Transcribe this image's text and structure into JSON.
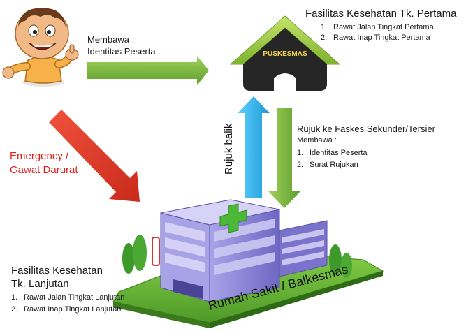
{
  "colors": {
    "arrow_green": "#7cb342",
    "arrow_red": "#e53a2b",
    "arrow_blue": "#36b3ea",
    "house_roof": "#9ccc3c",
    "house_body": "#262626",
    "hospital_body": "#8c86d6",
    "hospital_glass": "#c9c5f0",
    "cross": "#4cb838",
    "lawn": "#6cbf3a",
    "label_red": "#e0201b"
  },
  "icons": {
    "person": "cartoon-person-thumbs-up-icon",
    "puskesmas": "house-icon",
    "hospital": "hospital-building-icon"
  },
  "membawa": {
    "line1": "Membawa :",
    "line2": "Identitas Peserta"
  },
  "primary": {
    "title": "Fasilitas Kesehatan Tk. Pertama",
    "items": [
      {
        "num": "1.",
        "text": "Rawat Jalan Tingkat Pertama"
      },
      {
        "num": "2.",
        "text": "Rawat Inap Tingkat Pertama"
      }
    ],
    "building_label": "PUSKESMAS"
  },
  "referral": {
    "title": "Rujuk ke Faskes Sekunder/Tersier",
    "sub": "Membawa :",
    "items": [
      {
        "num": "1.",
        "text": "Identitas Peserta"
      },
      {
        "num": "2.",
        "text": "Surat Rujukan"
      }
    ]
  },
  "rujuk_balik": "Rujuk balik",
  "emergency": {
    "line1": "Emergency /",
    "line2": "Gawat Darurat"
  },
  "advanced": {
    "title_line1": "Fasilitas Kesehatan",
    "title_line2": "Tk. Lanjutan",
    "items": [
      {
        "num": "1.",
        "text": "Rawat Jalan Tingkat Lanjutan"
      },
      {
        "num": "2.",
        "text": "Rawat Inap Tingkat Lanjutan"
      }
    ],
    "building_label": "Rumah Sakit / Balkesmas"
  }
}
